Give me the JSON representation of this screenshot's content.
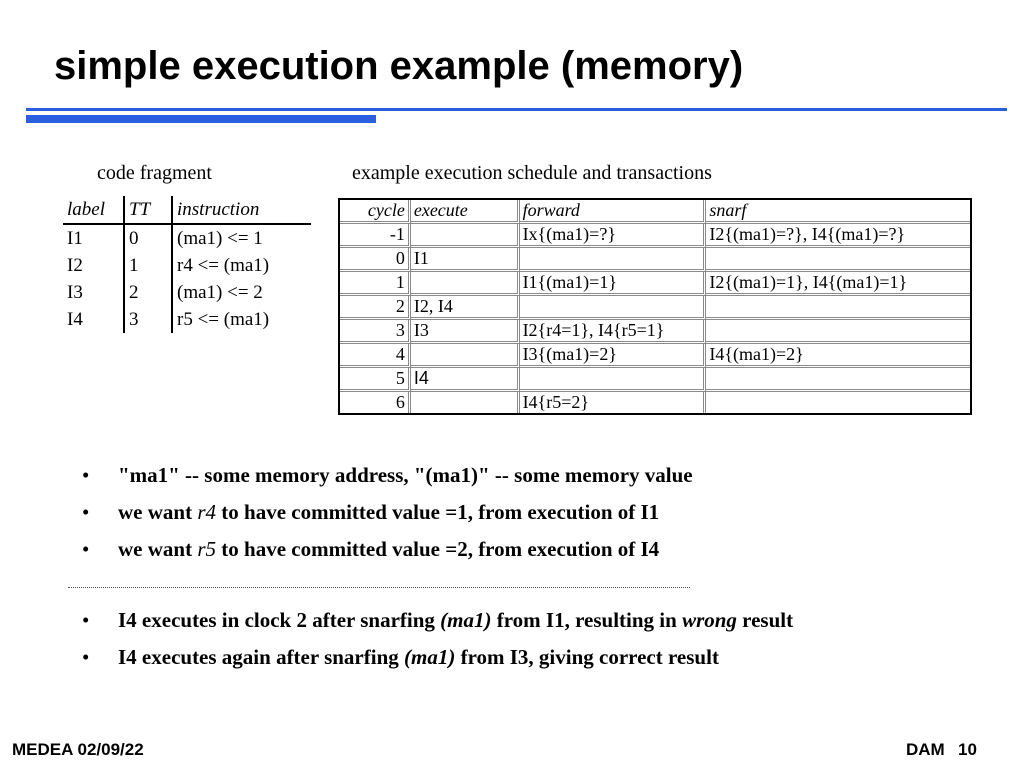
{
  "title": "simple execution example (memory)",
  "accent_color": "#2a5fe0",
  "captions": {
    "code": "code fragment",
    "schedule": "example execution schedule and transactions"
  },
  "code_table": {
    "headers": [
      "label",
      "TT",
      "instruction"
    ],
    "rows": [
      [
        "I1",
        "0",
        "(ma1) <= 1"
      ],
      [
        "I2",
        "1",
        "r4 <= (ma1)"
      ],
      [
        "I3",
        "2",
        "(ma1) <= 2"
      ],
      [
        "I4",
        "3",
        "r5 <= (ma1)"
      ]
    ]
  },
  "schedule": {
    "headers": [
      "cycle",
      "execute",
      "forward",
      "snarf"
    ],
    "rows": [
      [
        "-1",
        "",
        "Ix{(ma1)=?}",
        "I2{(ma1)=?}, I4{(ma1)=?}"
      ],
      [
        "0",
        "I1",
        "",
        ""
      ],
      [
        "1",
        "",
        "I1{(ma1)=1}",
        "I2{(ma1)=1}, I4{(ma1)=1}"
      ],
      [
        "2",
        "I2, I4",
        "",
        ""
      ],
      [
        "3",
        "I3",
        "I2{r4=1}, I4{r5=1}",
        ""
      ],
      [
        "4",
        "",
        "I3{(ma1)=2}",
        "I4{(ma1)=2}"
      ],
      [
        "5",
        "I4",
        "",
        ""
      ],
      [
        "6",
        "",
        "I4{r5=2}",
        ""
      ]
    ]
  },
  "bullets_top": {
    "b1": {
      "text": "\"ma1\" -- some memory address, \"(ma1)\" -- some memory value"
    },
    "b2": {
      "pre": "we want ",
      "em": "r4",
      "post": " to have committed value =1, from execution of I1"
    },
    "b3": {
      "pre": "we want ",
      "em": "r5",
      "post": " to have committed value =2, from execution of I4"
    }
  },
  "bullets_bottom": {
    "b4": {
      "pre": "I4 executes in clock 2 after snarfing ",
      "em": "(ma1)",
      "mid": " from I1, resulting in ",
      "em2": "wrong",
      "post": " result"
    },
    "b5": {
      "pre": "I4 executes again after snarfing ",
      "em": "(ma1)",
      "post": " from I3, giving correct result"
    }
  },
  "bullet_glyph": "•",
  "footer": {
    "left": "MEDEA 02/09/22",
    "author": "DAM",
    "page": "10"
  }
}
